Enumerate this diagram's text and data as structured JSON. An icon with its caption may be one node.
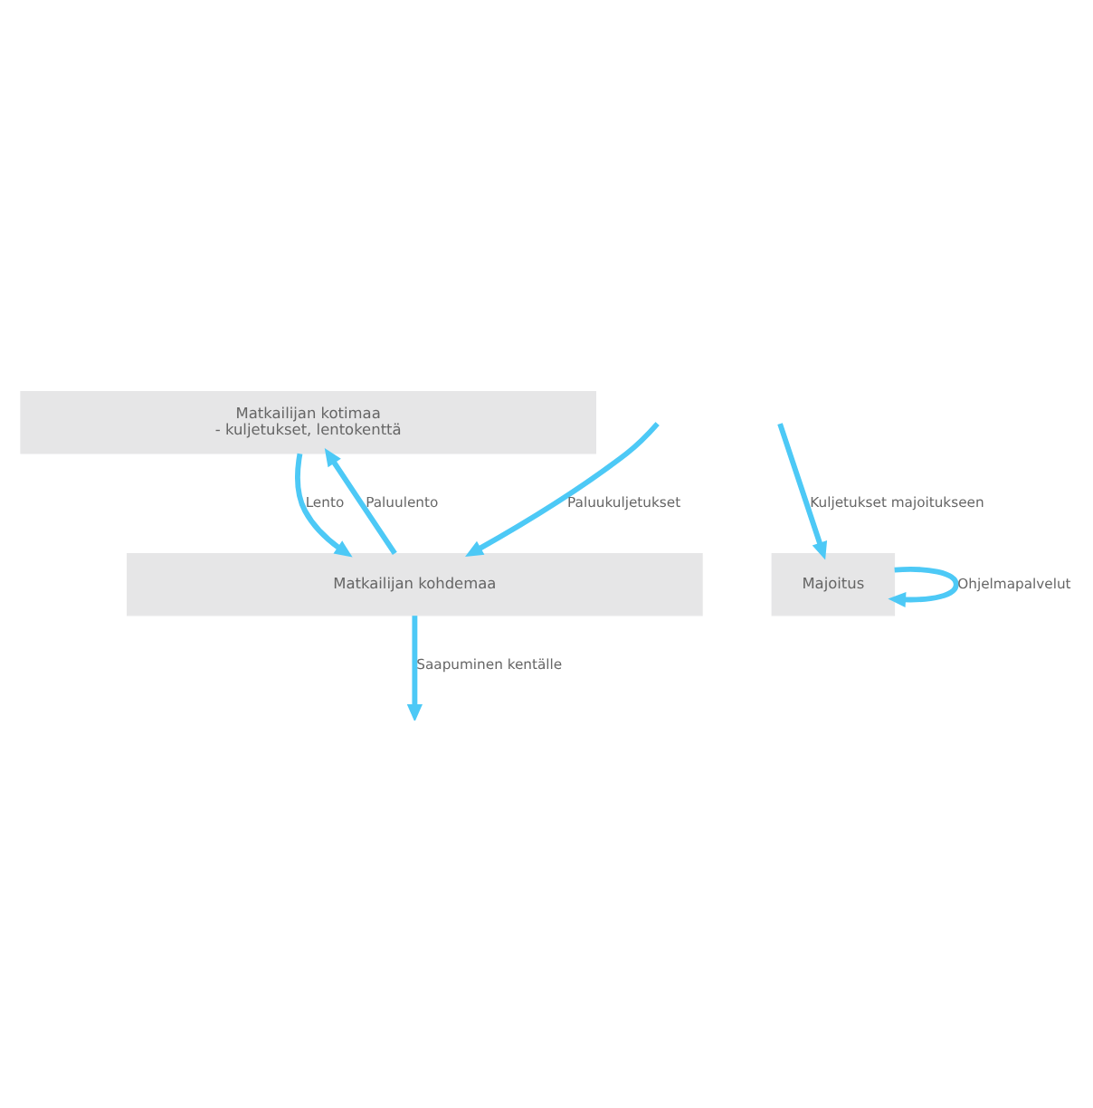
{
  "diagram": {
    "nodes": [
      {
        "text": [
          "Matkailijan kotimaa",
          "- kuljetukset, lentokenttä"
        ]
      },
      {
        "text": [
          "Matkailijan kohdemaa"
        ]
      },
      {
        "text": [
          "Majoitus"
        ]
      }
    ],
    "edges": [
      {
        "from": 1,
        "to": 0,
        "arrow": "to",
        "label": "Paluulento"
      },
      {
        "from": 0,
        "to": 1,
        "arrow": "to",
        "label": "Lento"
      },
      {
        "from": null,
        "to": 1,
        "arrow": "to",
        "label": "Paluukuljetukset"
      },
      {
        "from": 2,
        "to": 2,
        "arrow": "to",
        "label": "Ohjelmapalvelut"
      },
      {
        "from": 1,
        "to": null,
        "arrow": "to",
        "label": "Saapuminen kentälle"
      },
      {
        "from": null,
        "to": 2,
        "arrow": "to",
        "label": "Kuljetukset majoitukseen"
      }
    ]
  }
}
